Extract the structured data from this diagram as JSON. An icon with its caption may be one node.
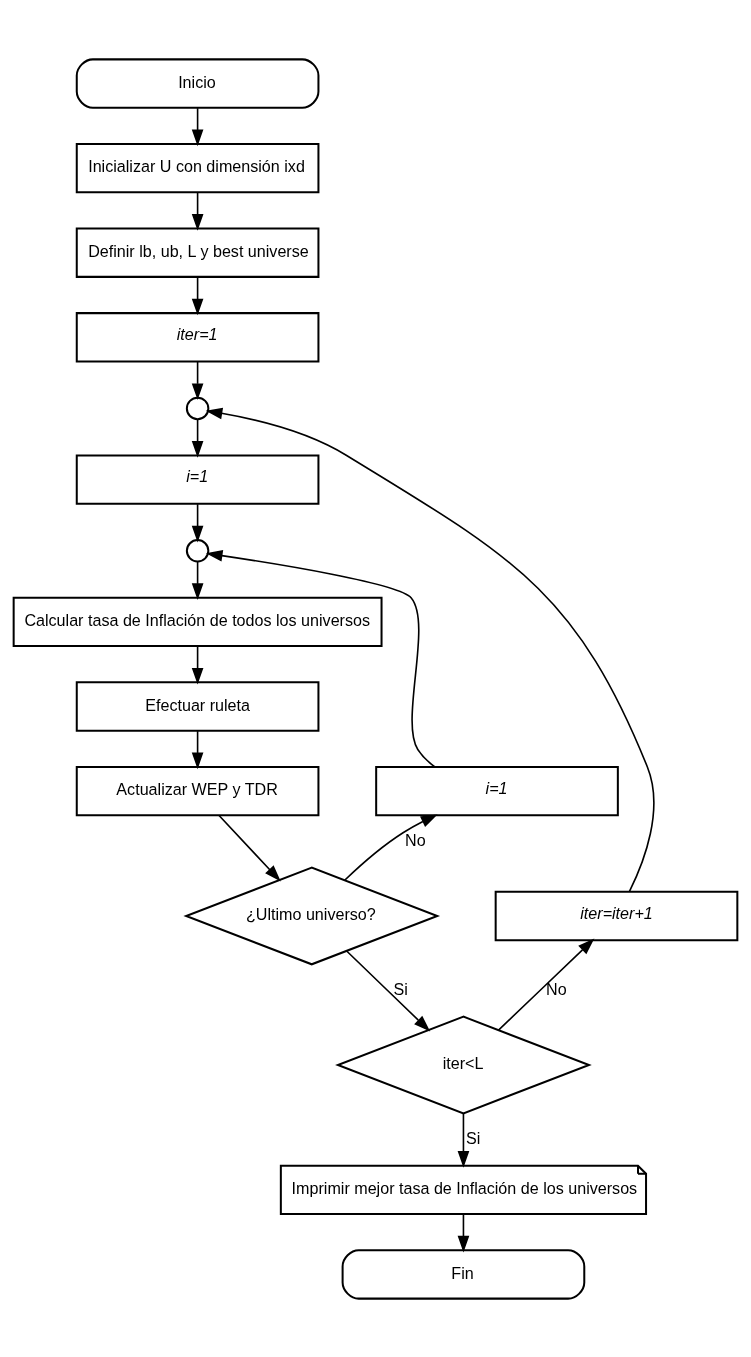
{
  "diagram": {
    "nodes": [
      {
        "text": [
          "Inicio"
        ]
      },
      {
        "text": [
          "Inicializar U con dimensión ixd"
        ]
      },
      {
        "text": [
          "Definir lb, ub, L y best universe"
        ]
      },
      {
        "text": [
          "iter=1"
        ]
      },
      {
        "text": [],
        "shape": "circle"
      },
      {
        "text": [
          "i=1"
        ]
      },
      {
        "text": [],
        "shape": "circle"
      },
      {
        "text": [
          "Calcular tasa de Inflación de todos los universos"
        ]
      },
      {
        "text": [
          "Efectuar ruleta"
        ]
      },
      {
        "text": [
          "Actualizar WEP y TDR"
        ]
      },
      {
        "text": [
          "¿Ultimo universo?"
        ]
      },
      {
        "text": [
          "i=1"
        ]
      },
      {
        "text": [
          "iter<L"
        ]
      },
      {
        "text": [
          "iter=iter+1"
        ]
      },
      {
        "text": [
          "Imprimir mejor tasa de Inflación de los universos"
        ]
      },
      {
        "text": [
          "Fin"
        ]
      }
    ],
    "edges": [
      {
        "from": 0,
        "to": 1,
        "arrow": "to"
      },
      {
        "from": 1,
        "to": 2,
        "arrow": "to"
      },
      {
        "from": 2,
        "to": 3,
        "arrow": "to"
      },
      {
        "from": 3,
        "to": 4,
        "arrow": "to"
      },
      {
        "from": 4,
        "to": 5,
        "arrow": "to"
      },
      {
        "from": 5,
        "to": 6,
        "arrow": "to"
      },
      {
        "from": 6,
        "to": 7,
        "arrow": "to"
      },
      {
        "from": 7,
        "to": 8,
        "arrow": "to"
      },
      {
        "from": 8,
        "to": 9,
        "arrow": "to"
      },
      {
        "from": 9,
        "to": 10,
        "arrow": "to"
      },
      {
        "from": 10,
        "to": 11,
        "label": "No",
        "arrow": "to"
      },
      {
        "from": 11,
        "to": 6,
        "arrow": "to"
      },
      {
        "from": 10,
        "to": 12,
        "label": "Si",
        "arrow": "to"
      },
      {
        "from": 12,
        "to": 13,
        "label": "No",
        "arrow": "to"
      },
      {
        "from": 13,
        "to": 4,
        "arrow": "to"
      },
      {
        "from": 12,
        "to": 14,
        "label": "Si",
        "arrow": "to"
      },
      {
        "from": 14,
        "to": 15,
        "arrow": "to"
      }
    ]
  }
}
